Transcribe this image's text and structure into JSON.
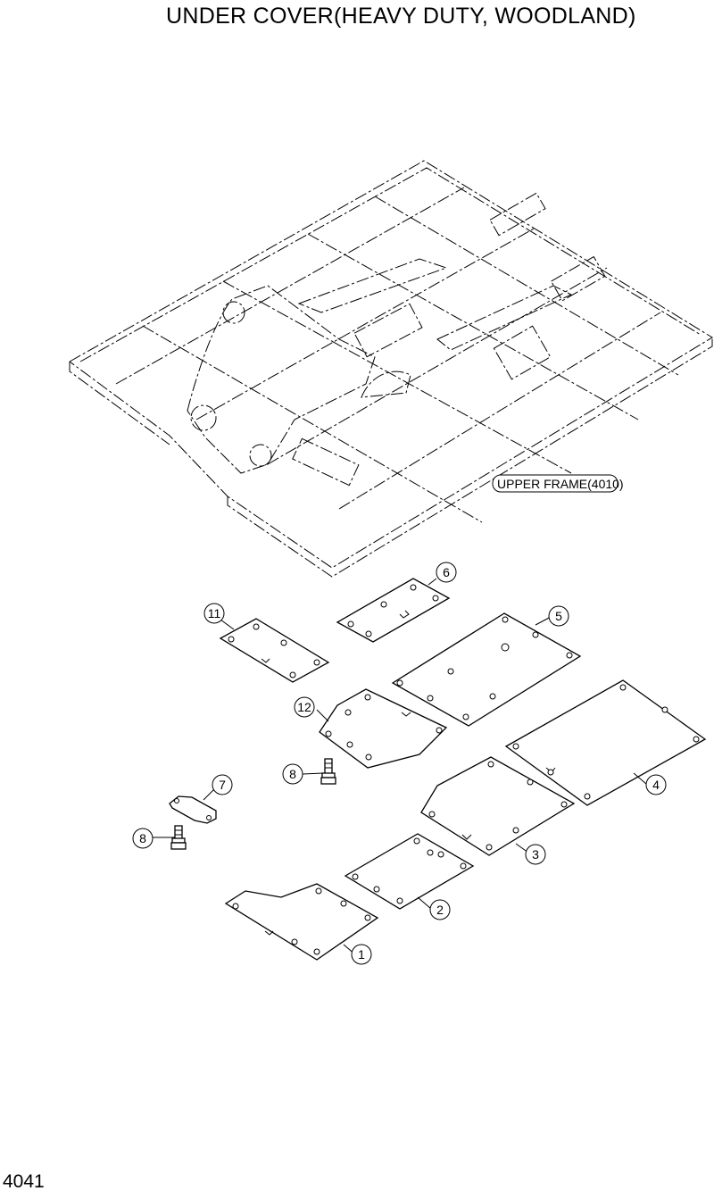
{
  "title": "UNDER COVER(HEAVY DUTY, WOODLAND)",
  "page_number": "4041",
  "reference_label": "UPPER FRAME(4010)",
  "callouts": {
    "c1": "1",
    "c2": "2",
    "c3": "3",
    "c4": "4",
    "c5": "5",
    "c6": "6",
    "c7": "7",
    "c8a": "8",
    "c8b": "8",
    "c11": "11",
    "c12": "12"
  }
}
